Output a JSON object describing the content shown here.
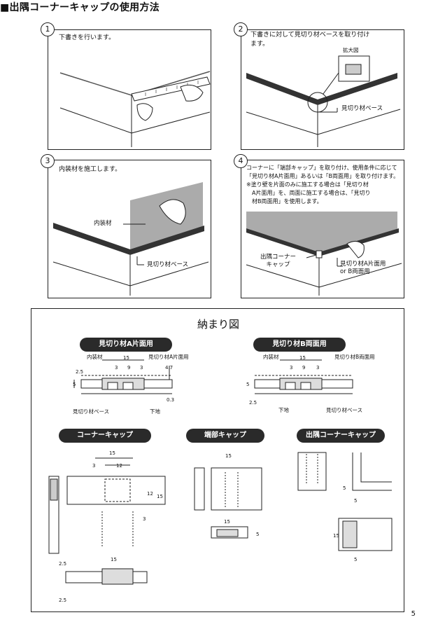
{
  "title": "■出隅コーナーキャップの使用方法",
  "steps": [
    {
      "num": "1",
      "text": "下書きを行います。"
    },
    {
      "num": "2",
      "text": "下書きに対して見切り材ベースを取り付け\nます。",
      "zoom_label": "拡大図",
      "part_label": "見切り材ベース"
    },
    {
      "num": "3",
      "text": "内装材を施工します。",
      "interior_label": "内装材",
      "part_label": "見切り材ベース"
    },
    {
      "num": "4",
      "text": "コーナーに「端部キャップ」を取り付け、使用条件に応じて\n「見切り材A片面用」あるいは「B両面用」を取り付けます。\n※塗り壁を片面のみに施工する場合は「見切り材\n　A片面用」を、両面に施工する場合は、「見切り\n　材B両面用」を使用します。",
      "cap_label": "出隅コーナー\nキャップ",
      "part_label": "見切り材A片面用\nor B両面用"
    }
  ],
  "section": {
    "title": "納まり図",
    "pill_a": "見切り材A片面用",
    "pill_b": "見切り材B両面用",
    "pill_corner": "コーナーキャップ",
    "pill_end": "端部キャップ",
    "pill_outer": "出隅コーナーキャップ",
    "a_labels": {
      "interior": "内装材",
      "part": "見切り材A片面用",
      "base": "見切り材ベース",
      "ground": "下地"
    },
    "b_labels": {
      "interior": "内装材",
      "part": "見切り材B両面用",
      "base": "見切り材ベース",
      "ground": "下地"
    },
    "dims": {
      "d15": "15",
      "d3": "3",
      "d9": "9",
      "d12": "12",
      "d5": "5",
      "d25": "2.5",
      "d47": "4.7",
      "d03": "0.3"
    }
  },
  "page_number": "5"
}
